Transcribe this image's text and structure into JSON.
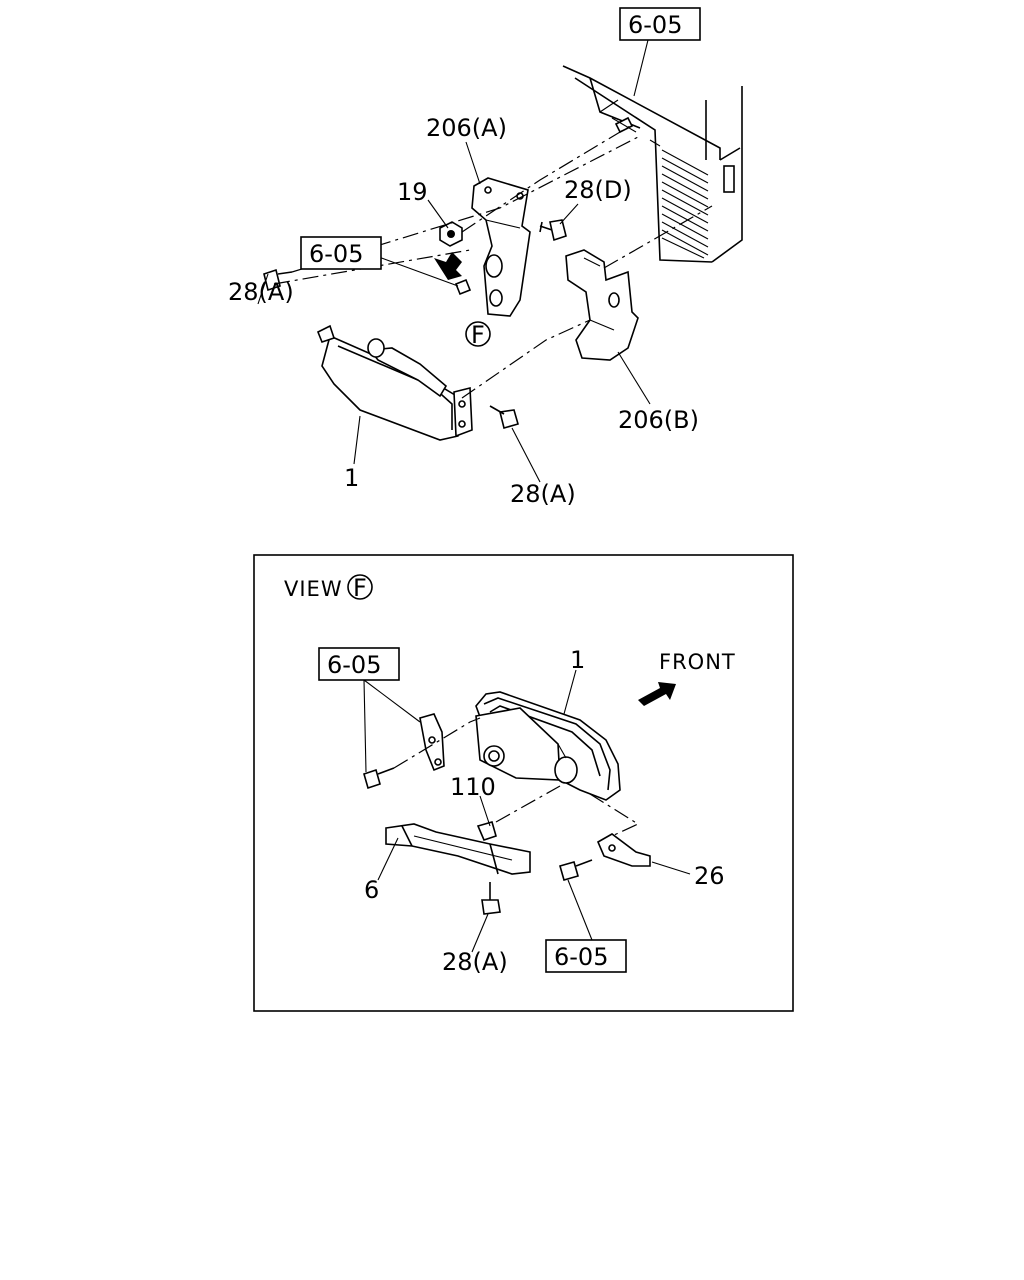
{
  "top": {
    "ref_top": "6-05",
    "ref_left": "6-05",
    "label_206a": "206(A)",
    "label_19": "19",
    "label_28d": "28(D)",
    "label_28a_left": "28(A)",
    "label_28a_bottom": "28(A)",
    "label_206b": "206(B)",
    "label_1": "1",
    "view_marker": "F"
  },
  "view": {
    "title": "VIEW",
    "marker": "F",
    "front_label": "FRONT",
    "ref_top_left": "6-05",
    "ref_bottom": "6-05",
    "label_1": "1",
    "label_110": "110",
    "label_6": "6",
    "label_26": "26",
    "label_28a": "28(A)"
  }
}
